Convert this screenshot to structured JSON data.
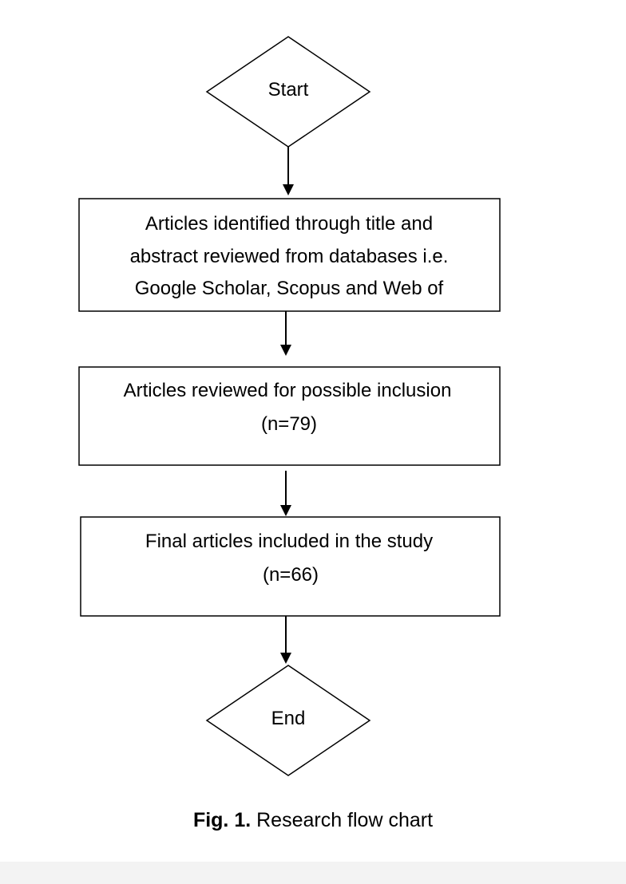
{
  "flowchart": {
    "start": {
      "label": "Start"
    },
    "step1": {
      "lines": [
        "Articles identified through title and",
        "abstract reviewed from databases i.e.",
        "Google Scholar, Scopus and Web of"
      ]
    },
    "step2": {
      "lines": [
        "Articles reviewed for possible inclusion",
        "(n=79)"
      ]
    },
    "step3": {
      "lines": [
        "Final articles included in the study",
        "(n=66)"
      ]
    },
    "end": {
      "label": "End"
    }
  },
  "caption": {
    "label": "Fig. 1.",
    "text": " Research flow chart"
  }
}
